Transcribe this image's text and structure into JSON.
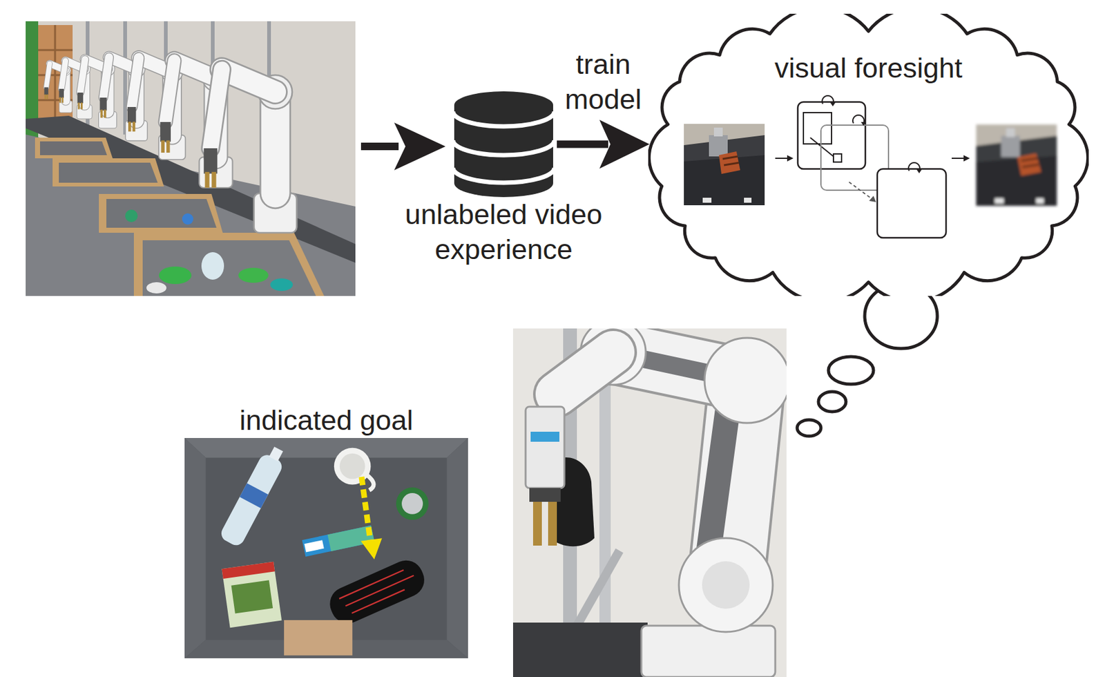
{
  "diagram": {
    "nodes": [
      {
        "text": [
          "unlabeled video experience"
        ]
      },
      {
        "text": [
          "visual foresight"
        ]
      },
      {
        "text": [
          "indicated goal"
        ]
      }
    ],
    "edges": [
      {
        "from": 0,
        "to": 1,
        "arrow": "to",
        "label": "train model"
      }
    ]
  }
}
